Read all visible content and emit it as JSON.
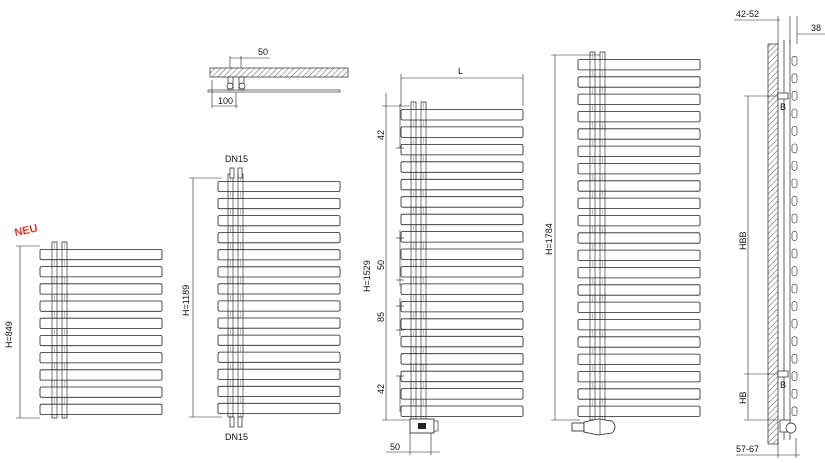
{
  "labels": {
    "neu": "NEU",
    "h849": "H=849",
    "h1189": "H=1189",
    "h1529": "H=1529",
    "h1784": "H=1784",
    "dn15_top": "DN15",
    "dn15_bottom": "DN15",
    "dim_50_top": "50",
    "dim_100": "100",
    "dim_L": "L",
    "dim_42_top": "42",
    "dim_50_mid": "50",
    "dim_85": "85",
    "dim_42_bottom": "42",
    "dim_50_bottom": "50",
    "dim_42_52": "42-52",
    "dim_38": "38",
    "dim_hbb": "HBB",
    "dim_hb": "HB",
    "label_b_top": "B",
    "label_b_bottom": "B",
    "dim_57_67": "57-67"
  },
  "radiators": [
    {
      "id": "h849",
      "bars": 10
    },
    {
      "id": "h1189",
      "bars": 14
    },
    {
      "id": "h1529",
      "bars": 18
    },
    {
      "id": "h1784",
      "bars": 21
    }
  ],
  "colors": {
    "accent": "#e03a2a",
    "line": "#222222"
  }
}
